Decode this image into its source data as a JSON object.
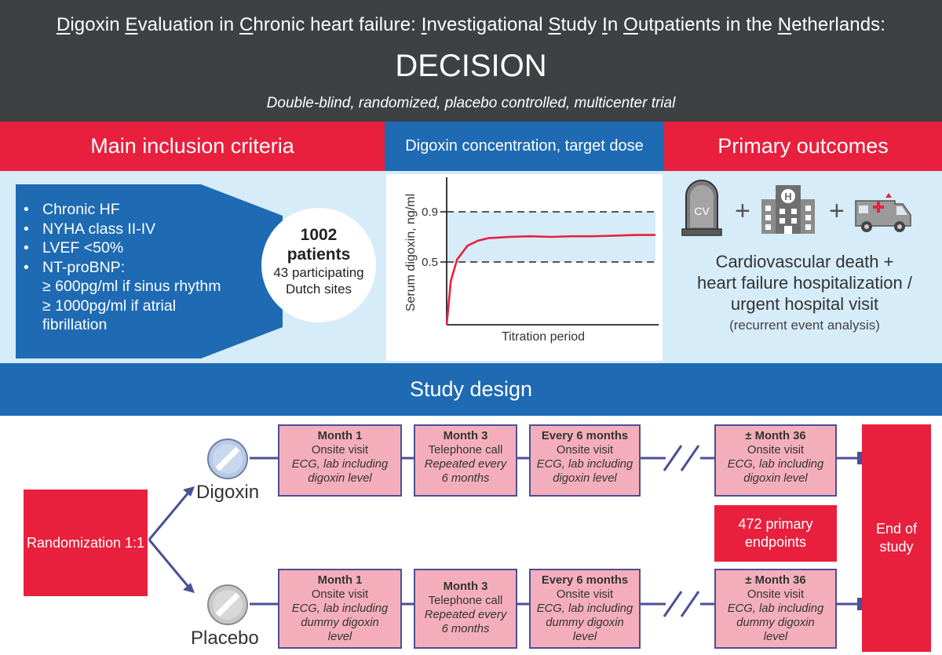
{
  "header": {
    "title_parts": [
      "D",
      "igoxin ",
      "E",
      "valuation in ",
      "C",
      "hronic heart failure: ",
      "I",
      "nvestigational ",
      "S",
      "tudy ",
      "I",
      "n ",
      "O",
      "utpatients in the ",
      "N",
      "etherlands:"
    ],
    "acronym": "DECISION",
    "subtitle": "Double-blind, randomized, placebo controlled, multicenter trial"
  },
  "sections": {
    "inclusion_title": "Main inclusion criteria",
    "concentration_title": "Digoxin concentration, target dose",
    "outcomes_title": "Primary outcomes",
    "design_title": "Study design"
  },
  "inclusion": {
    "items": [
      "Chronic HF",
      "NYHA class II-IV",
      "LVEF <50%",
      "NT-proBNP:"
    ],
    "sub_items": [
      "≥ 600pg/ml if sinus rhythm",
      "≥ 1000pg/ml if atrial",
      "fibrillation"
    ],
    "patients_count": "1002",
    "patients_label": "patients",
    "sites_line1": "43 participating",
    "sites_line2": "Dutch sites"
  },
  "chart_data": {
    "type": "line",
    "title": "Digoxin concentration, target dose",
    "xlabel": "Titration period",
    "ylabel": "Serum digoxin, ng/ml",
    "target_range": [
      0.5,
      0.9
    ],
    "yticks": [
      "0.9",
      "0.5"
    ],
    "ylim": [
      0,
      1.15
    ],
    "series": [
      {
        "x": [
          0,
          0.02,
          0.05,
          0.1,
          0.15,
          0.2,
          0.3,
          0.4,
          0.5,
          0.6,
          0.7,
          0.8,
          0.9,
          1.0
        ],
        "values": [
          0,
          0.35,
          0.52,
          0.63,
          0.67,
          0.69,
          0.7,
          0.705,
          0.7,
          0.705,
          0.705,
          0.71,
          0.715,
          0.715
        ]
      }
    ],
    "colors": {
      "line": "#e8203d",
      "band": "#d6ecf9",
      "axis": "#222222"
    }
  },
  "outcomes": {
    "icon_tombstone_label": "CV",
    "plus": "+",
    "line1": "Cardiovascular death +",
    "line2": "heart failure hospitalization /",
    "line3": "urgent hospital visit",
    "line4": "(recurrent event analysis)"
  },
  "design": {
    "randomization": "Randomization 1:1",
    "digoxin_label": "Digoxin",
    "placebo_label": "Placebo",
    "end_of_study": "End of study",
    "primary_endpoints": "472 primary endpoints",
    "digoxin_visits": [
      {
        "title": "Month 1",
        "line1": "Onsite visit",
        "line2": "ECG, lab including",
        "line3": "digoxin level"
      },
      {
        "title": "Month 3",
        "line1": "Telephone call",
        "line2": "Repeated every",
        "line3": "6 months"
      },
      {
        "title": "Every 6 months",
        "line1": "Onsite visit",
        "line2": "ECG, lab including",
        "line3": "digoxin level"
      },
      {
        "title": "± Month 36",
        "line1": "Onsite visit",
        "line2": "ECG, lab including",
        "line3": "digoxin level"
      }
    ],
    "placebo_visits": [
      {
        "title": "Month 1",
        "line1": "Onsite visit",
        "line2": "ECG, lab including",
        "line3": "dummy digoxin",
        "line4": "level"
      },
      {
        "title": "Month 3",
        "line1": "Telephone call",
        "line2": "Repeated every",
        "line3": "6 months"
      },
      {
        "title": "Every 6 months",
        "line1": "Onsite visit",
        "line2": "ECG, lab including",
        "line3": "dummy digoxin",
        "line4": "level"
      },
      {
        "title": "± Month 36",
        "line1": "Onsite visit",
        "line2": "ECG, lab including",
        "line3": "dummy digoxin",
        "line4": "level"
      }
    ]
  },
  "colors": {
    "header_bg": "#3d4142",
    "red": "#e8203d",
    "blue": "#1e6ab3",
    "light_blue": "#d6ecf9",
    "pink": "#f4aebb",
    "navy": "#4b4f96"
  }
}
